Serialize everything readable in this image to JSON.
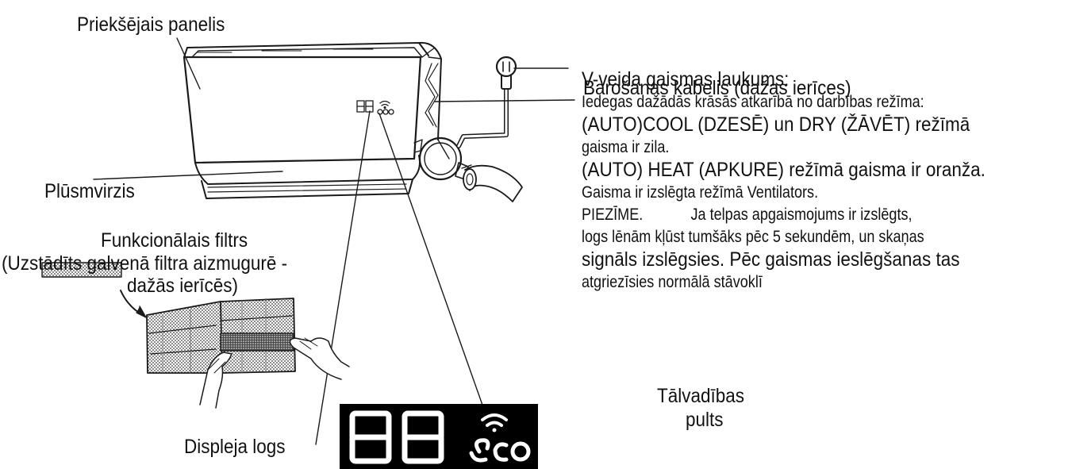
{
  "labels": {
    "front_panel": "Priekšējais panelis",
    "power_cable": "Barošanas kabelis (dažas ierīces)",
    "airflow_louver": "Plūsmvirzis",
    "functional_filter_line1": "Funkcionālais filtrs",
    "functional_filter_line2": "(Uzstādīts galvenā filtra aizmugurē -",
    "functional_filter_line3": "dažās ierīcēs)",
    "display_window": "Displeja logs",
    "remote_line1": "Tālvadības",
    "remote_line2": "pults"
  },
  "description": {
    "title": "V-veida gaismas laukums:",
    "line1": "Iedegas dažādās krāsās atkarībā no darbības režīma:",
    "line2": "(AUTO)COOL (DZESĒ) un DRY (ŽĀVĒT) režīmā",
    "line3": "gaisma ir zila.",
    "line4": "(AUTO) HEAT (APKURE) režīmā gaisma ir oranža.",
    "line5": "Gaisma ir izslēgta režīmā Ventilators.",
    "note_label": "PIEZĪME.",
    "note_text": "Ja telpas apgaismojums ir izslēgts,",
    "line7": "logs lēnām kļūst tumšāks pēc 5 sekundēm, un skaņas",
    "line8": "signāls izslēgsies. Pēc gaismas ieslēgšanas tas",
    "line9": "atgriezīsies normālā stāvoklī"
  },
  "display": {
    "digits": "88",
    "eco_text": "eco",
    "wifi_icon": "wifi-icon",
    "background": "#000000",
    "foreground": "#ffffff"
  }
}
